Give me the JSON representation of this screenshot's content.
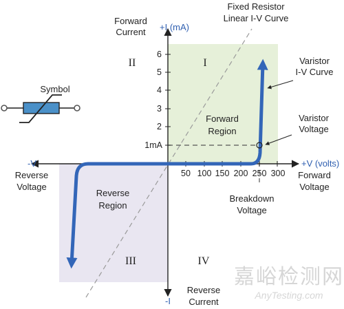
{
  "labels": {
    "fixed_resistor_line1": "Fixed Resistor",
    "fixed_resistor_line2": "Linear I-V Curve",
    "forward_current_line1": "Forward",
    "forward_current_line2": "Current",
    "plus_i": "+I (mA)",
    "minus_i": "-I",
    "plus_v": "+V (volts)",
    "minus_v": "-V",
    "reverse_voltage_line1": "Reverse",
    "reverse_voltage_line2": "Voltage",
    "forward_voltage_line1": "Forward",
    "forward_voltage_line2": "Voltage",
    "reverse_current_line1": "Reverse",
    "reverse_current_line2": "Current",
    "varistor_curve_line1": "Varistor",
    "varistor_curve_line2": "I-V Curve",
    "varistor_voltage_line1": "Varistor",
    "varistor_voltage_line2": "Voltage",
    "breakdown_line1": "Breakdown",
    "breakdown_line2": "Voltage",
    "forward_region_line1": "Forward",
    "forward_region_line2": "Region",
    "reverse_region_line1": "Reverse",
    "reverse_region_line2": "Region",
    "symbol": "Symbol",
    "one_ma": "1mA"
  },
  "quadrants": [
    "I",
    "II",
    "III",
    "IV"
  ],
  "y_ticks": [
    "6",
    "5",
    "4",
    "3",
    "2"
  ],
  "x_ticks": [
    "50",
    "100",
    "150",
    "200",
    "250",
    "300"
  ],
  "watermark": {
    "cn": "嘉峪检测网",
    "en": "AnyTesting.com"
  },
  "colors": {
    "curve": "#3366b8",
    "quadrant1_fill": "#e6f0d9",
    "quadrant3_fill": "#e9e6f1",
    "axis": "#222222",
    "blue_text": "#2f5fb0",
    "symbol_body": "#4a90c8"
  }
}
